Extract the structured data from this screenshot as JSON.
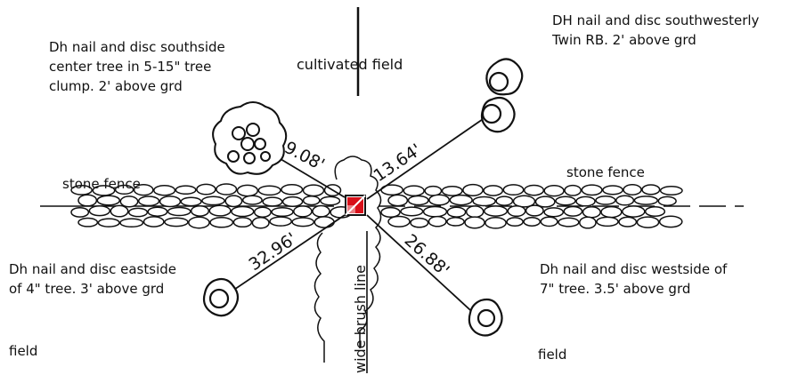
{
  "center_label": "cultivated field",
  "brush_label": "wide brush line",
  "fence_labels": {
    "left": "stone fence",
    "right": "stone fence"
  },
  "field_labels": {
    "left": "field",
    "right": "field"
  },
  "distances": {
    "upper_left": "9.08'",
    "upper_right": "13.64'",
    "lower_left": "32.96'",
    "lower_right": "26.88'"
  },
  "notes": {
    "upper_left": [
      "Dh nail and disc southside",
      "center tree in 5-15\" tree",
      "clump. 2' above grd"
    ],
    "upper_right": [
      "DH nail and disc southwesterly",
      "Twin RB. 2' above grd"
    ],
    "lower_left": [
      "Dh nail and disc eastside",
      "of 4\" tree. 3' above grd"
    ],
    "lower_right": [
      "Dh nail and disc westside of",
      "7\" tree. 3.5' above grd"
    ]
  },
  "colors": {
    "ink": "#111111",
    "marker_fill": "#d8101a"
  }
}
